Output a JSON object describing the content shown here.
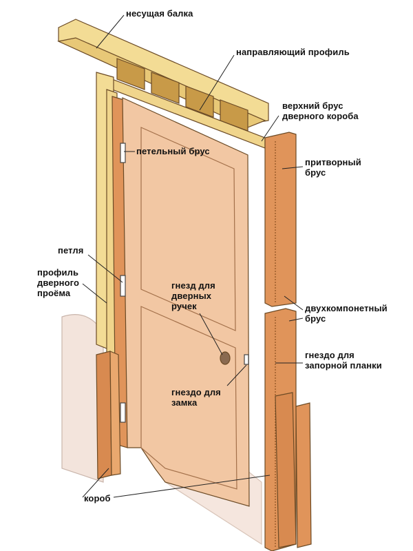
{
  "labels": {
    "bearing_beam": [
      "несущая балка"
    ],
    "guide_profile": [
      "направляющий профиль"
    ],
    "top_frame_bar": [
      "верхний брус",
      "дверного короба"
    ],
    "hinge_bar": [
      "петельный брус"
    ],
    "strike_bar": [
      "притворный",
      "брус"
    ],
    "hinge": [
      "петля"
    ],
    "opening_profile": [
      "профиль",
      "дверного",
      "проёма"
    ],
    "handle_socket": [
      "гнезд для",
      "дверных",
      "ручек"
    ],
    "two_part_bar": [
      "двухкомпонетный",
      "брус"
    ],
    "strike_plate_socket": [
      "гнездо для",
      "запорной планки"
    ],
    "lock_socket": [
      "гнездо для",
      "замка"
    ],
    "frame": [
      "короб"
    ]
  },
  "colors": {
    "wood_yellow": "#f3dc95",
    "door": "#f2c7a3",
    "frame_wood": "#e0945a",
    "outline": "#5a3a20"
  }
}
